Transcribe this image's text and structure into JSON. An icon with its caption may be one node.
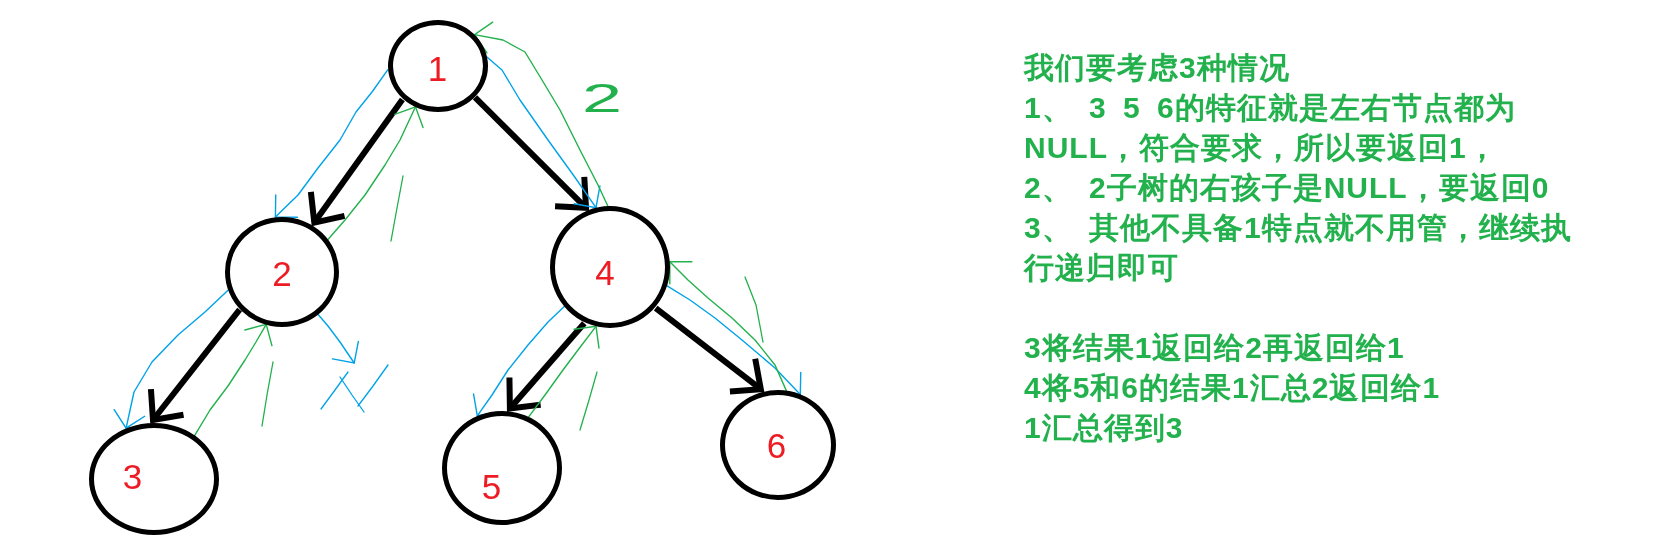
{
  "diagram": {
    "nodes": [
      {
        "text": [
          "1"
        ]
      },
      {
        "text": [
          "2"
        ]
      },
      {
        "text": [
          "4"
        ]
      },
      {
        "text": [
          "3"
        ]
      },
      {
        "text": [
          "5"
        ]
      },
      {
        "text": [
          "6"
        ]
      },
      {
        "text": [],
        "shape": "picture"
      }
    ],
    "edges": [
      {
        "from": 0,
        "to": 1,
        "arrow": "to",
        "style": "thick",
        "color": "#000000"
      },
      {
        "from": 0,
        "to": 2,
        "arrow": "to",
        "style": "thick",
        "color": "#000000"
      },
      {
        "from": 1,
        "to": 3,
        "arrow": "to",
        "style": "thick",
        "color": "#000000"
      },
      {
        "from": 2,
        "to": 4,
        "arrow": "to",
        "style": "thick",
        "color": "#000000"
      },
      {
        "from": 2,
        "to": 5,
        "arrow": "to",
        "style": "thick",
        "color": "#000000"
      },
      {
        "from": 0,
        "to": 1,
        "arrow": "to",
        "color": "#00a2e8"
      },
      {
        "from": 1,
        "to": 3,
        "arrow": "to",
        "color": "#00a2e8"
      },
      {
        "from": 1,
        "to": 6,
        "arrow": "to",
        "color": "#00a2e8"
      },
      {
        "from": 0,
        "to": 2,
        "arrow": "to",
        "color": "#00a2e8"
      },
      {
        "from": 2,
        "to": 4,
        "arrow": "to",
        "color": "#00a2e8"
      },
      {
        "from": 2,
        "to": 5,
        "arrow": "to",
        "color": "#00a2e8"
      },
      {
        "from": 3,
        "to": 1,
        "arrow": "to",
        "color": "#22b14c"
      },
      {
        "from": 1,
        "to": 0,
        "arrow": "to",
        "color": "#22b14c"
      },
      {
        "from": 4,
        "to": 2,
        "arrow": "to",
        "color": "#22b14c"
      },
      {
        "from": 5,
        "to": 2,
        "arrow": "to",
        "color": "#22b14c"
      },
      {
        "from": 2,
        "to": 0,
        "arrow": "to",
        "color": "#22b14c"
      }
    ],
    "labels": [
      "2",
      "我们要考虑3种情况",
      "1、 3 5 6的特征就是左右节点都为NULL，符合要求，所以要返回1，",
      "2、 2子树的右孩子是NULL，要返回0",
      "3、 其他不具备1特点就不用管，继续执行递归即可",
      "3将结果1返回给2再返回给1",
      "4将5和6的结果1汇总2返回给1",
      "1汇总得到3"
    ]
  }
}
